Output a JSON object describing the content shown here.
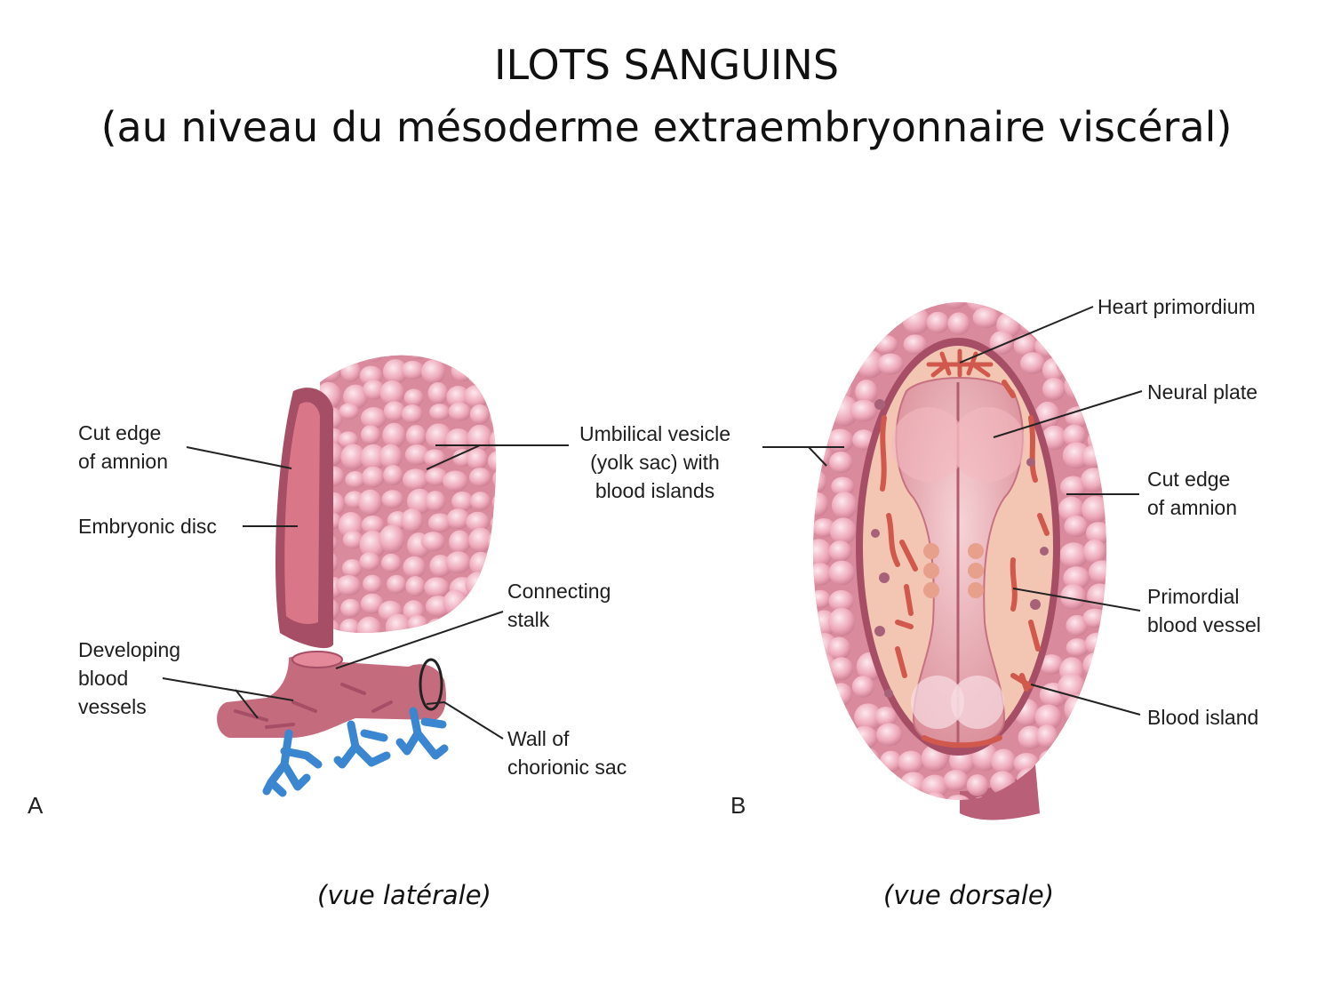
{
  "title": {
    "line1": "ILOTS SANGUINS",
    "line2": "(au niveau du mésoderme extraembryonnaire viscéral)"
  },
  "figure_a": {
    "panel_letter": "A",
    "labels": {
      "cut_edge_amnion": "Cut edge\nof amnion",
      "embryonic_disc": "Embryonic disc",
      "developing_vessels": "Developing\nblood\nvessels",
      "umbilical_vesicle": "Umbilical vesicle\n(yolk sac) with\nblood islands",
      "connecting_stalk": "Connecting\nstalk",
      "chorionic_wall": "Wall of\nchorionic sac"
    },
    "caption": "(vue latérale)"
  },
  "figure_b": {
    "panel_letter": "B",
    "labels": {
      "heart_primordium": "Heart primordium",
      "neural_plate": "Neural plate",
      "cut_edge_amnion": "Cut edge\nof amnion",
      "primordial_vessel": "Primordial\nblood vessel",
      "blood_island": "Blood island"
    },
    "caption": "(vue dorsale)"
  },
  "colors": {
    "yolk_sac": "#e9a3b2",
    "amnion_dark": "#a54e66",
    "disc_pink": "#d97788",
    "embryo_fill": "#f3c6b4",
    "vessel_red": "#d0584c",
    "villi_blue": "#3a86d1"
  }
}
